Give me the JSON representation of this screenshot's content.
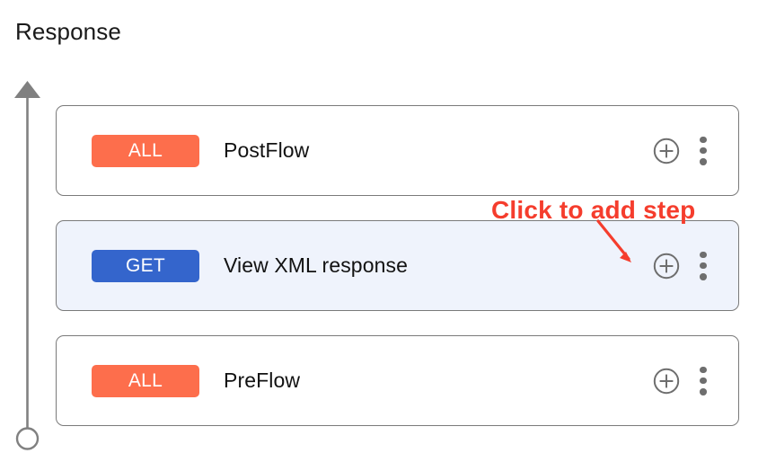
{
  "page": {
    "title": "Response",
    "background_color": "#ffffff"
  },
  "colors": {
    "badge_all": "#fd6e4c",
    "badge_get": "#3465cc",
    "card_border": "#7a7a7a",
    "card_selected_bg": "#eff3fc",
    "icon_gray": "#6e6e6e",
    "annotation_red": "#f53d2d",
    "axis_gray": "#808080"
  },
  "flow_axis": {
    "arrow_icon": "up-arrow-icon",
    "endpoint_icon": "circle-endpoint-icon"
  },
  "flow": {
    "cards": [
      {
        "badge": "ALL",
        "badge_type": "all",
        "name": "PostFlow",
        "selected": false,
        "add_icon": "plus-circle-icon",
        "menu_icon": "kebab-menu-icon"
      },
      {
        "badge": "GET",
        "badge_type": "get",
        "name": "View XML response",
        "selected": true,
        "add_icon": "plus-circle-icon",
        "menu_icon": "kebab-menu-icon"
      },
      {
        "badge": "ALL",
        "badge_type": "all",
        "name": "PreFlow",
        "selected": false,
        "add_icon": "plus-circle-icon",
        "menu_icon": "kebab-menu-icon"
      }
    ]
  },
  "annotation": {
    "label": "Click to add step",
    "arrow_icon": "annotation-arrow-icon"
  }
}
